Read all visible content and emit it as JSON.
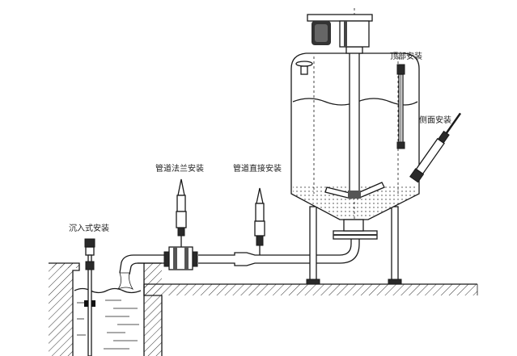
{
  "labels": {
    "top_install": "顶部安装",
    "side_install": "侧面安装",
    "pipe_flange_install": "管道法兰安装",
    "pipe_direct_install": "管道直接安装",
    "immersion_install": "沉入式安装"
  },
  "icons": {
    "motor": "motor-icon",
    "sensor": "sensor-probe-icon"
  }
}
